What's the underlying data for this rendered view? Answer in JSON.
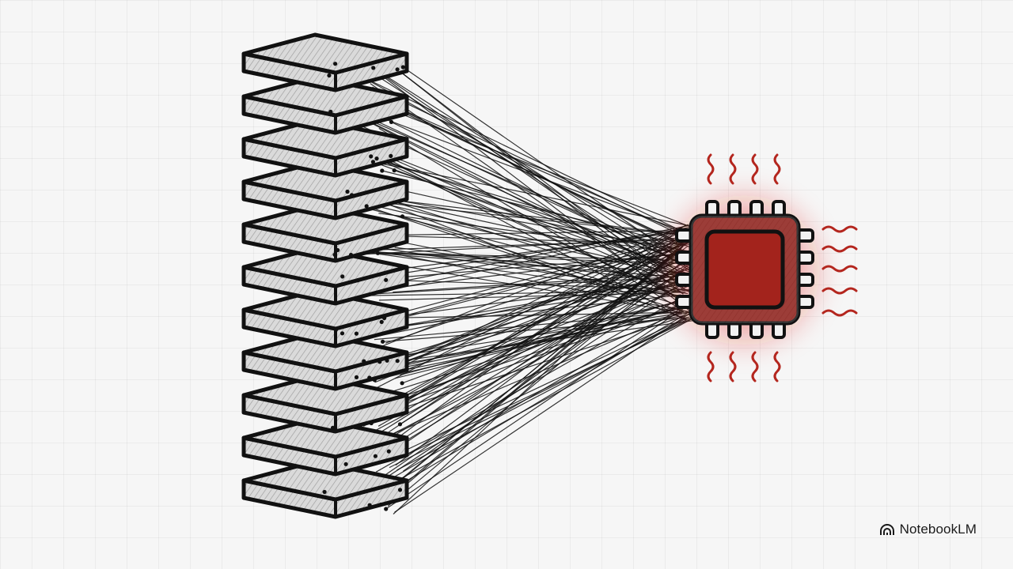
{
  "diagram": {
    "stack": {
      "layer_count": 11,
      "fill": "#d9d9d9",
      "stroke": "#111111"
    },
    "chip": {
      "fill": "#8e1a14",
      "core_fill": "#a3231c",
      "glow": "#e0211a",
      "heat_color": "#b4261e"
    },
    "connections": {
      "stroke": "#111111",
      "count": 150
    }
  },
  "brand": {
    "name": "NotebookLM",
    "icon": "notebooklm-logo-icon"
  }
}
